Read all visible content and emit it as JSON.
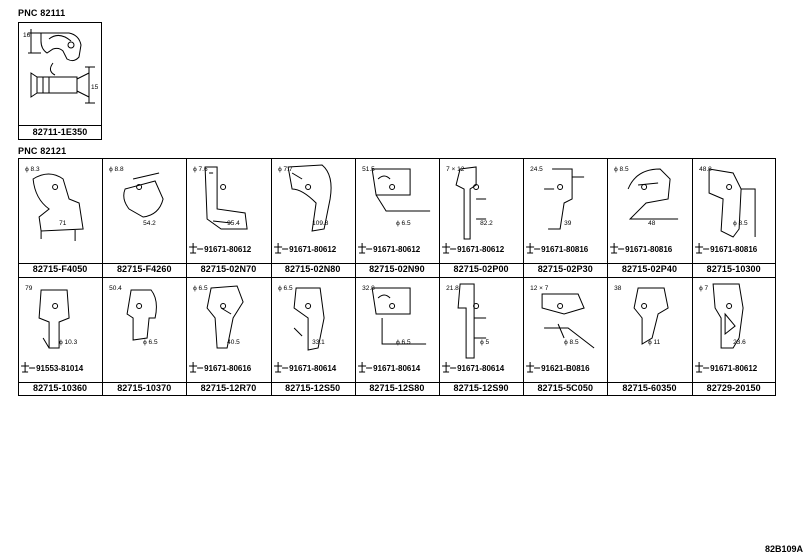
{
  "pnc_top": "PNC 82111",
  "pnc_main": "PNC 82121",
  "top_part": {
    "number": "82711-1E350",
    "dims": [
      "16",
      "15"
    ]
  },
  "row1": [
    {
      "number": "82715-F4050",
      "dims": [
        "ϕ 8.3",
        "71"
      ],
      "bolt": ""
    },
    {
      "number": "82715-F4260",
      "dims": [
        "ϕ 8.8",
        "54.2"
      ],
      "bolt": ""
    },
    {
      "number": "82715-02N70",
      "dims": [
        "ϕ 7.6",
        "95.4"
      ],
      "bolt": "91671-80612"
    },
    {
      "number": "82715-02N80",
      "dims": [
        "ϕ 7.7",
        "109.8"
      ],
      "bolt": "91671-80612"
    },
    {
      "number": "82715-02N90",
      "dims": [
        "51.5",
        "ϕ 6.5"
      ],
      "bolt": "91671-80612"
    },
    {
      "number": "82715-02P00",
      "dims": [
        "7 × 12",
        "82.2"
      ],
      "bolt": "91671-80612"
    },
    {
      "number": "82715-02P30",
      "dims": [
        "24.5",
        "39"
      ],
      "bolt": "91671-80816"
    },
    {
      "number": "82715-02P40",
      "dims": [
        "ϕ 8.5",
        "48"
      ],
      "bolt": "91671-80816"
    },
    {
      "number": "82715-10300",
      "dims": [
        "48.8",
        "ϕ 8.5"
      ],
      "bolt": "91671-80816"
    }
  ],
  "row2": [
    {
      "number": "82715-10360",
      "dims": [
        "79",
        "ϕ 10.3"
      ],
      "bolt": "91553-81014"
    },
    {
      "number": "82715-10370",
      "dims": [
        "50.4",
        "ϕ 6.5"
      ],
      "bolt": ""
    },
    {
      "number": "82715-12R70",
      "dims": [
        "ϕ 6.5",
        "40.5"
      ],
      "bolt": "91671-80616"
    },
    {
      "number": "82715-12S50",
      "dims": [
        "ϕ 6.5",
        "33.1"
      ],
      "bolt": "91671-80614"
    },
    {
      "number": "82715-12S80",
      "dims": [
        "32.8",
        "ϕ 6.5"
      ],
      "bolt": "91671-80614"
    },
    {
      "number": "82715-12S90",
      "dims": [
        "21.8",
        "ϕ 5"
      ],
      "bolt": "91671-80614"
    },
    {
      "number": "82715-5C050",
      "dims": [
        "12 × 7",
        "ϕ 8.5"
      ],
      "bolt": "91621-B0816"
    },
    {
      "number": "82715-60350",
      "dims": [
        "38",
        "ϕ 11"
      ],
      "bolt": ""
    },
    {
      "number": "82729-20150",
      "dims": [
        "ϕ 7",
        "23.6"
      ],
      "bolt": "91671-80612"
    }
  ],
  "footer": "82B109A"
}
